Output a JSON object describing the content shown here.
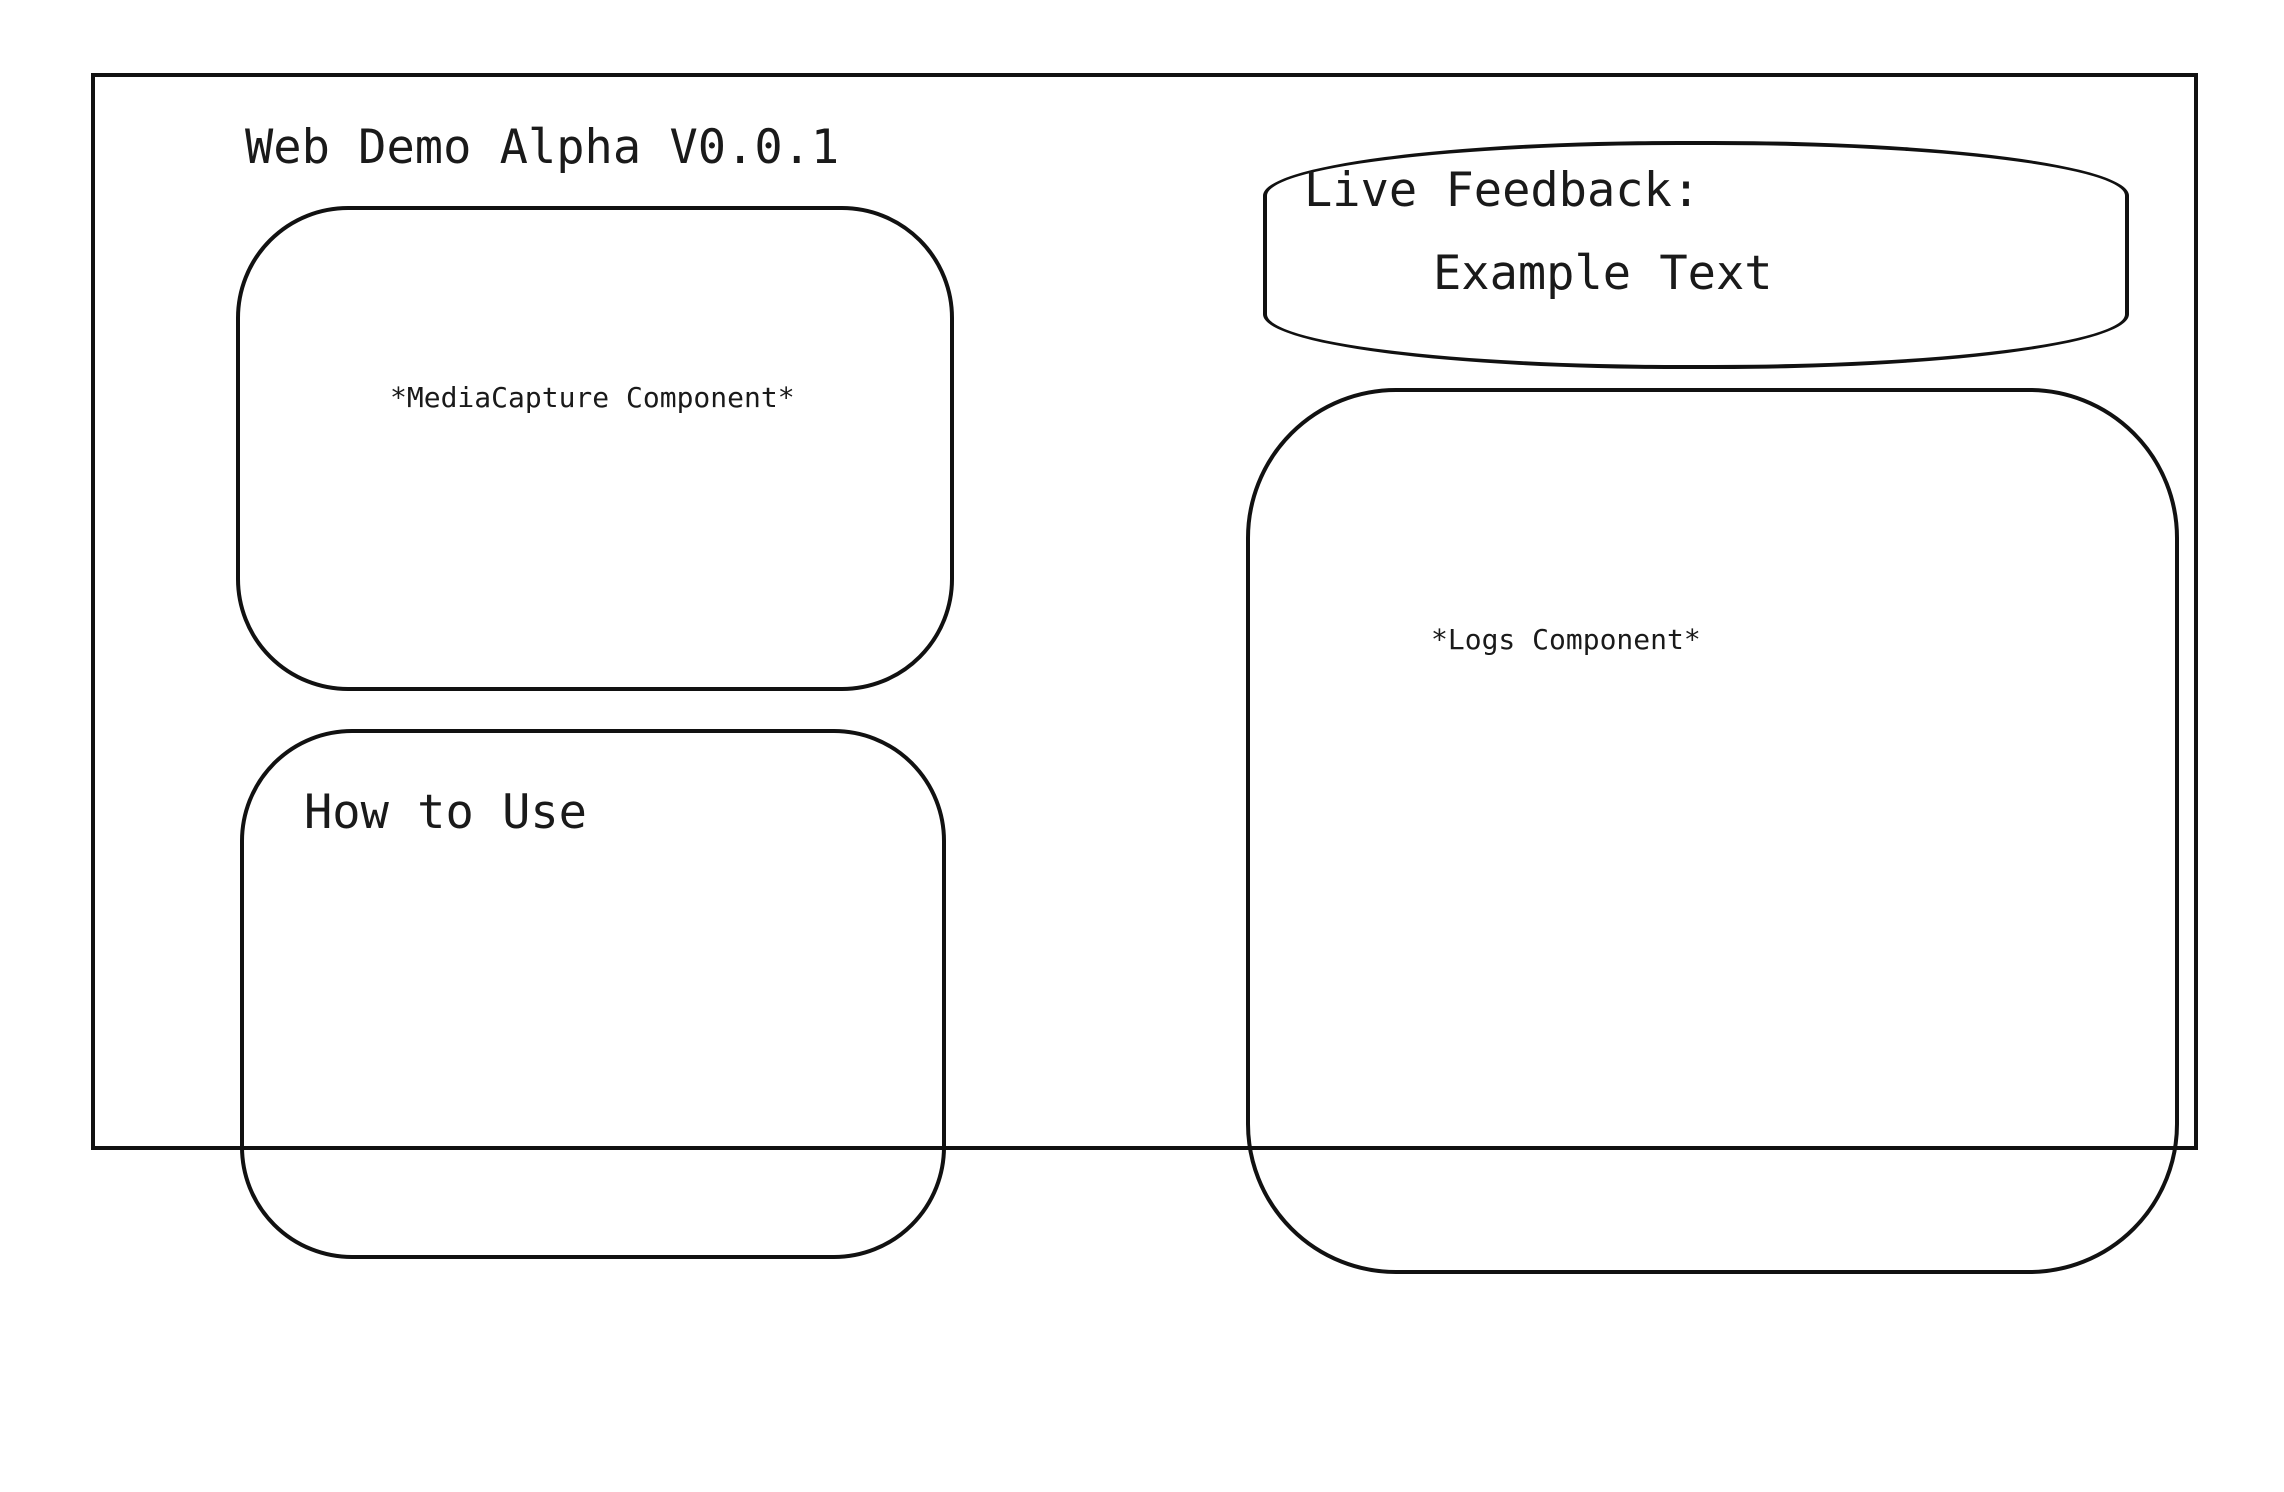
{
  "app": {
    "title": "Web Demo Alpha V0.0.1"
  },
  "media_capture": {
    "label": "*MediaCapture Component*"
  },
  "how_to_use": {
    "heading": "How to Use"
  },
  "live_feedback": {
    "label": "Live Feedback:",
    "value": "Example Text"
  },
  "logs": {
    "label": "*Logs Component*"
  }
}
